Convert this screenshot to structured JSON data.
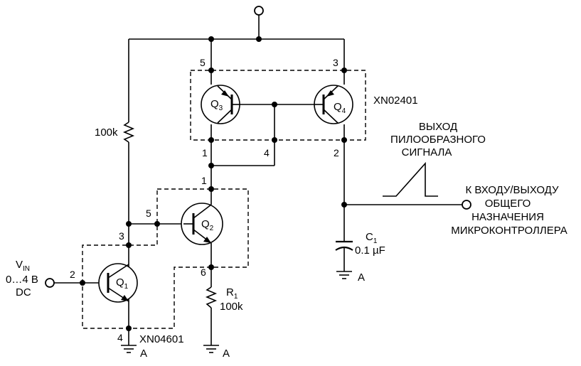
{
  "labels": {
    "q1": "Q",
    "q1_sub": "1",
    "q2": "Q",
    "q2_sub": "2",
    "q3": "Q",
    "q3_sub": "3",
    "q4": "Q",
    "q4_sub": "4",
    "part_top": "XN02401",
    "part_bottom": "XN04601",
    "r_pullup": "100k",
    "r1_name": "R",
    "r1_sub": "1",
    "r1_value": "100k",
    "c1_name": "C",
    "c1_sub": "1",
    "c1_value": "0.1 µF",
    "vin_main": "V",
    "vin_sub": "IN",
    "vin_range": "0…4 В",
    "vin_dc": "DC",
    "sawtooth_line1": "ВЫХОД",
    "sawtooth_line2": "ПИЛООБРАЗНОГО",
    "sawtooth_line3": "СИГНАЛА",
    "mcu_line1": "К ВХОДУ/ВЫХОДУ",
    "mcu_line2": "ОБЩЕГО",
    "mcu_line3": "НАЗНАЧЕНИЯ",
    "mcu_line4": "МИКРОКОНТРОЛЛЕРА",
    "ground": "A",
    "pins": {
      "q3_emitter": "5",
      "q4_emitter": "3",
      "q3_collector": "1",
      "base_tie": "4",
      "q4_collector": "2",
      "q2_collector": "1",
      "q2_base": "5",
      "q1_collector": "3",
      "q1_base": "2",
      "q2_emitter": "6",
      "q1_emitter": "4"
    }
  }
}
